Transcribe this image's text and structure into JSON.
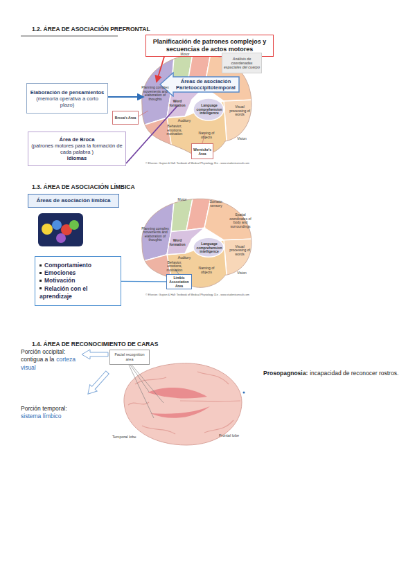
{
  "diagram": {
    "nodes": [
      {
        "text": [
          "Planificación de patrones complejos y secuencias de actos motores"
        ]
      },
      {
        "text": [
          "Análisis de coordenadas espaciales del cuerpo"
        ]
      },
      {
        "text": [
          "Elaboración de pensamientos",
          "(memoria operativa a corto plazo)"
        ]
      },
      {
        "text": [
          "Áreas de asociación Parietooccipitotemporal"
        ]
      },
      {
        "text": [
          "Broca's Area"
        ]
      },
      {
        "text": [
          "Área de Broca",
          "(patrones motores para la formación de cada palabra )",
          "Idiomas"
        ]
      },
      {
        "text": [
          "Wernicke's Area"
        ]
      },
      {
        "text": [
          "Áreas de asociación límbica"
        ]
      },
      {
        "text": [
          "Comportamiento",
          "Emociones",
          "Motivación",
          "Relación con el aprendizaje"
        ]
      },
      {
        "text": [
          "Limbic Association Area"
        ]
      },
      {
        "text": [
          "Facial recognition area"
        ]
      }
    ],
    "edges": [
      {
        "from": 8,
        "to": 9,
        "arrow": "none"
      }
    ],
    "labels": [
      "1.2. ÁREA DE ASOCIACIÓN PREFRONTAL",
      "Motor",
      "Planning complex movements and elaboration of thoughts",
      "Word formation",
      "Language comprehension intelligence",
      "Visual processing of words",
      "Auditory",
      "Behavior, emotions, motivation",
      "Naming of objects",
      "Vision",
      "© Elsevier. Guyton & Hall: Textbook of Medical Physiology 11e - www.studentconsult.com",
      "1.3. ÁREA DE ASOCIACIÓN LÍMBICA",
      "Motor",
      "Somato-sensory",
      "Planning complex movements and elaboration of thoughts",
      "Word formation",
      "Language comprehension intelligence",
      "Spatial coordinates of body and surroundings",
      "Visual processing of words",
      "Auditory",
      "Behavior, emotions, motivation",
      "Naming of objects",
      "Vision",
      "© Elsevier. Guyton & Hall: Textbook of Medical Physiology 11e - www.studentconsult.com",
      "1.4. ÁREA DE RECONOCIMIENTO DE CARAS",
      "Porción occipital:",
      "contigua a la",
      "corteza visual",
      "Porción temporal:",
      "sistema límbico",
      "Temporal lobe",
      "Frontal lobe",
      "Prosopagnosia:",
      "incapacidad de reconocer rostros."
    ]
  }
}
